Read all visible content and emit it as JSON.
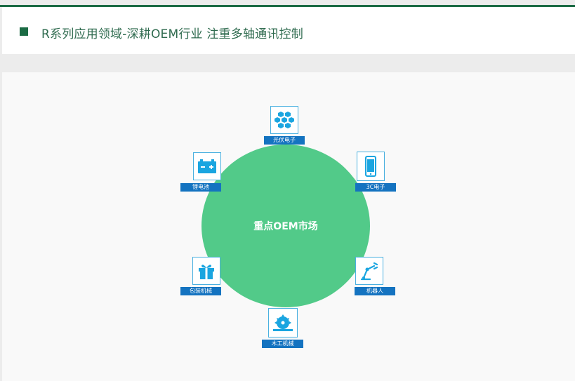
{
  "header": {
    "title": "R系列应用领域-深耕OEM行业 注重多轴通讯控制"
  },
  "center": {
    "label": "重点OEM市场"
  },
  "nodes": [
    {
      "label": "光伏电子",
      "icon": "solar-cells-icon"
    },
    {
      "label": "3C电子",
      "icon": "smartphone-icon"
    },
    {
      "label": "机器人",
      "icon": "robot-arm-icon"
    },
    {
      "label": "木工机械",
      "icon": "saw-blade-icon"
    },
    {
      "label": "包装机械",
      "icon": "gift-box-icon"
    },
    {
      "label": "锂电池",
      "icon": "battery-icon"
    }
  ],
  "colors": {
    "accent": "#1b6b44",
    "circle": "#52ca89",
    "label_bg": "#1473c0",
    "icon": "#1aa5e0"
  }
}
